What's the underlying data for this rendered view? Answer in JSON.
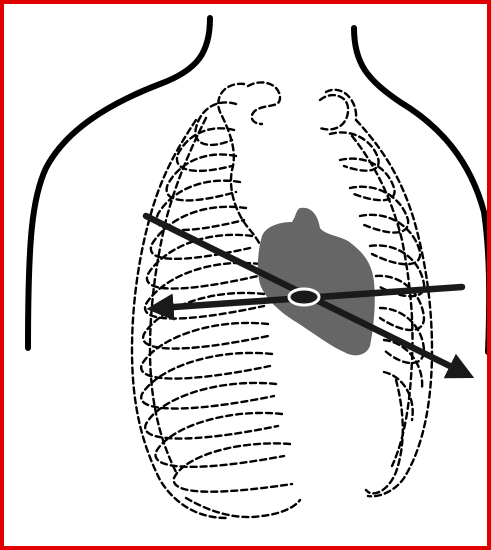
{
  "colors": {
    "frame": "#e00000",
    "outline": "#000000",
    "heart": "#666666",
    "arrow": "#1a1a1a",
    "background": "#ffffff"
  },
  "diagram": {
    "subject": "chest-with-ribcage-and-heart",
    "elements": [
      "body-outline",
      "dashed-ribcage",
      "heart",
      "center-ring",
      "arrow-down-right",
      "arrow-left"
    ]
  }
}
